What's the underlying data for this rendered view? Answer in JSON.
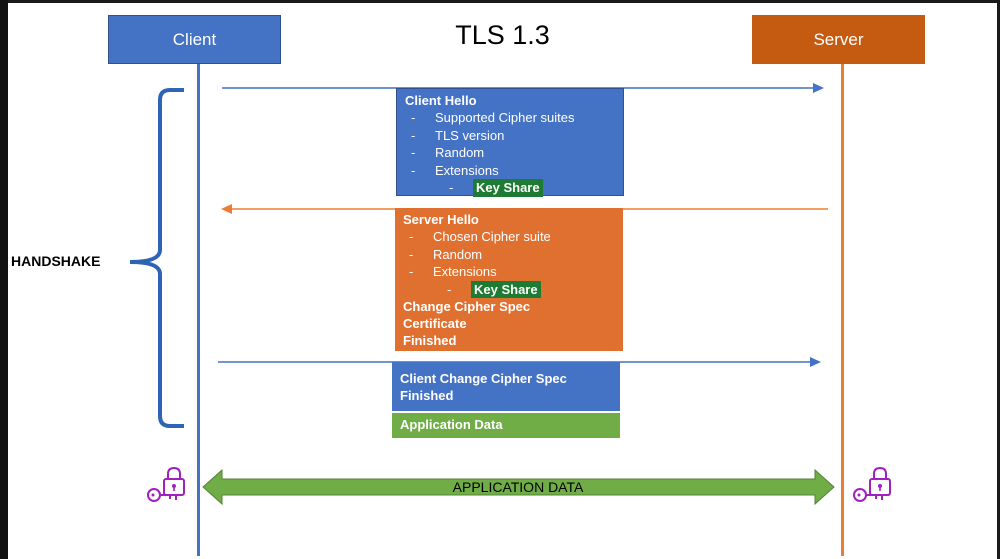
{
  "title": "TLS 1.3",
  "actors": {
    "client": "Client",
    "server": "Server"
  },
  "bracket_label": "HANDSHAKE",
  "client_hello": {
    "head": "Client Hello",
    "dash": "-",
    "items": [
      "Supported Cipher suites",
      "TLS version",
      "Random",
      "Extensions"
    ],
    "key_share": "Key Share"
  },
  "server_hello": {
    "head": "Server Hello",
    "dash": "-",
    "items": [
      "Chosen Cipher suite",
      "Random",
      "Extensions"
    ],
    "key_share": "Key Share",
    "extra": [
      "Change Cipher Spec",
      "Certificate",
      "Finished"
    ]
  },
  "client_finish": {
    "lines": [
      "Client Change Cipher Spec",
      "Finished"
    ]
  },
  "application_data_box": "Application Data",
  "application_data_arrow": "APPLICATION DATA",
  "colors": {
    "client_blue": "#4472c4",
    "server_orange": "#c55a11",
    "server_msg_orange": "#e07030",
    "key_share_green": "#1e7b34",
    "app_green": "#70ad47",
    "bracket_blue": "#2e64b5",
    "lock_purple": "#a020c0"
  },
  "icons": [
    "lock-key-icon",
    "lock-key-icon"
  ]
}
